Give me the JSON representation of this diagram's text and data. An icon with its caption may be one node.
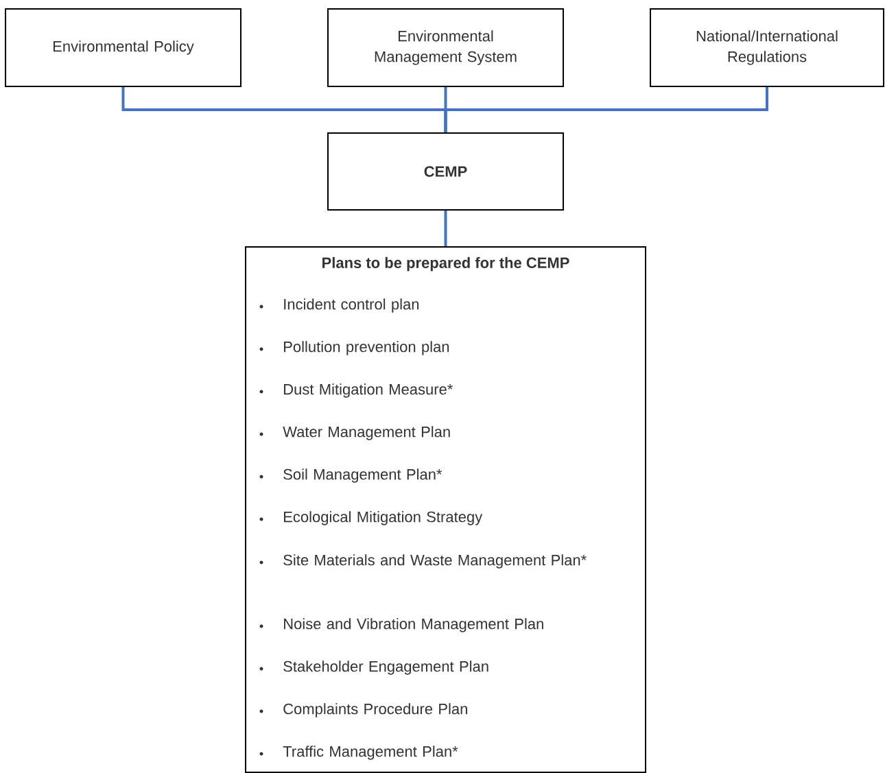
{
  "diagram": {
    "nodes": [
      {
        "text": [
          "Environmental Policy"
        ]
      },
      {
        "text": [
          "Environmental Management System"
        ]
      },
      {
        "text": [
          "National/International Regulations"
        ]
      },
      {
        "text": [
          "CEMP"
        ]
      },
      {
        "text": [
          "Plans to be prepared for the CEMP",
          "Incident control plan",
          "Pollution prevention plan",
          "Dust Mitigation Measure*",
          "Water Management Plan",
          "Soil Management Plan*",
          "Ecological Mitigation Strategy",
          "Site Materials and Waste Management Plan*",
          "Noise and Vibration Management Plan",
          "Stakeholder Engagement Plan",
          "Complaints Procedure Plan",
          "Traffic Management Plan*"
        ]
      }
    ],
    "edges": [
      {
        "from": 0,
        "to": 3,
        "arrow": "none"
      },
      {
        "from": 1,
        "to": 3,
        "arrow": "none"
      },
      {
        "from": 2,
        "to": 3,
        "arrow": "none"
      },
      {
        "from": 3,
        "to": 4,
        "arrow": "none"
      }
    ]
  }
}
